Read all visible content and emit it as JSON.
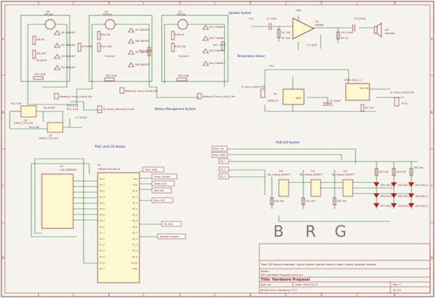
{
  "sheet": {
    "border_numbers_top": [
      "1",
      "2",
      "3",
      "4",
      "5",
      "6"
    ],
    "border_numbers_bottom": [
      "1",
      "2",
      "3",
      "4",
      "5",
      "6"
    ],
    "border_letters_left": [
      "A",
      "B",
      "C",
      "D"
    ],
    "border_letters_right": [
      "A",
      "B",
      "C",
      "D"
    ]
  },
  "battery_system": {
    "transistors": [
      {
        "ref": "Q3",
        "value": "BD140"
      },
      {
        "ref": "Q2",
        "value": "BD140"
      },
      {
        "ref": "Q1",
        "value": "BD140"
      }
    ],
    "diodes_1": [
      "D1 1N4007",
      "D2 1N4007",
      "D3 1N4007",
      "D4 1N4007"
    ],
    "diodes_2": [
      "D5 1N4007",
      "D6 1N4007",
      "D7 1N4007",
      "D8 1N4007"
    ],
    "diodes_3": [
      "D11 1N4007",
      "D12 1N4007",
      "D13 1N4007",
      "D14 1N4007"
    ],
    "resistors_1": [
      "R8 1K",
      "R6 20K",
      "R3 330R"
    ],
    "resistors_2": [
      "R14 1K",
      "R12 20K",
      "R13 330R"
    ],
    "resistors_3": [
      "R18 1K",
      "R16 20K",
      "R17 330R"
    ],
    "shunt_refs": [
      "TL431LP",
      "TL431LP",
      "TL431LP"
    ],
    "pots": [
      "RV1 20K",
      "RV2 20K",
      "RV3 20K"
    ],
    "battery_conns": [
      "Battery1 Conn_01x02_Pin",
      "Battery2 Conn_01x02_Pin",
      "Battery3 Conn_01x02_Pin"
    ],
    "title": "Battery Management System",
    "terminal_block": "J3 Screw_Terminal_01x02",
    "regulator_top": {
      "ref": "U5",
      "value": "LM317_TO-220"
    },
    "regulator_bottom": {
      "ref": "U7",
      "value": "LM317_TO-220"
    },
    "misc_labels": [
      "R5 2.4K",
      "R9 2.4K",
      "C6 100uF",
      "C7 100uF",
      "R10 4.7K",
      "R11 2.2K"
    ]
  },
  "speaker_system": {
    "title": "Speaker System",
    "vdd_label": "VDD",
    "vcc_label": "+5V",
    "c1": "C1 10uF",
    "r1": "R1 10k",
    "r2": "R2 10k",
    "amp": {
      "ref": "U4",
      "value": "LM386"
    },
    "c2": "C2 10uF",
    "c3": "C3 250uF",
    "c4": "C4 0.05uF",
    "r3": "R3 10",
    "speaker": {
      "ref": "LS1",
      "value": "Speaker"
    }
  },
  "temperature_sensor": {
    "title": "Temperature Sensor",
    "supply": "+5V",
    "connector": "J1 Conn_01x02_Pin",
    "sensor": {
      "ref": "U3",
      "value": "LM35-LP"
    },
    "sensor_pin": "Vout",
    "cap": "C5 100nF",
    "led": "LED1 LED_1_1",
    "r_ref": "R20 1K",
    "r_dvd": "R7 27k",
    "connector_out": "J2 Conn_01x03_Pin",
    "out_label": "P1.6"
  },
  "lcd_display": {
    "title": "PSoC and LCD display",
    "lcd": {
      "ref": "U2",
      "value": "LCD-016M002L"
    },
    "psoc": {
      "ref": "U1",
      "value": "CY8CKIT-145_BLE_M"
    },
    "left_pins": [
      "P0_0",
      "P0_1",
      "P0_2",
      "P0_3",
      "P0_4",
      "P0_5",
      "P0_6",
      "P0_7",
      "P1_0",
      "P1_1",
      "P1_2",
      "P1_3",
      "P1_4",
      "P1_5",
      "P1_6",
      "P1_7"
    ],
    "right_pins": [
      "5V0",
      "VDD",
      "P3_0",
      "P3_1",
      "P3_2",
      "P3_3",
      "P3_4",
      "P3_5",
      "P3_6",
      "P3_7",
      "P2_0",
      "P2_1",
      "P2_2",
      "P2_3",
      "VDDD",
      "GND"
    ],
    "flags": [
      "PSoC GND",
      "Temp. Sensor",
      "Green LED",
      "Red LED",
      "Blue LED",
      "Vin BLE",
      "Speaker System"
    ]
  },
  "rgb_system": {
    "title": "RGB LED System",
    "inputs": [
      "PSoC Vin",
      "PSoC GND",
      "P3_1",
      "P3_2",
      "P3_3"
    ],
    "mosfets": [
      {
        "ref": "Q10",
        "value": "IRL_30amp_MOSFET"
      },
      {
        "ref": "Q11",
        "value": "IRL_30amp_MOSFET"
      },
      {
        "ref": "Q12",
        "value": "IRL_30amp_MOSFET"
      }
    ],
    "gate_resistors": [
      "R19 10k",
      "R21 10k",
      "R22 10k"
    ],
    "led_resistors": [
      "R23 220",
      "R24 330",
      "R25 150"
    ],
    "leds": [
      "D21 LED_R",
      "D22 LED_B",
      "D23 LED_G",
      "D24 LED_R",
      "D25 LED_B",
      "D26 LED_G",
      "D27 LED_R",
      "D28 LED_B",
      "D29 LED_G"
    ],
    "letters": [
      "B",
      "R",
      "G"
    ]
  },
  "title_block": {
    "team": "Team 202 Nexus Automata - Jacob Cousins, Nathan Valcorn, Isaac Linares, Jeremiah Herrera",
    "sheet": "Sheet: /",
    "file": "File: Hardware Proposal.kicad_sch",
    "title": "Title: Hardware Proposal",
    "size": "Size: A4",
    "date": "Date: 2023-10-13",
    "rev": "Rev: 1",
    "kicad": "KiCad E.D.A. eeschema 7.0.7",
    "id": "Id: 1/1"
  },
  "colors": {
    "wire": "#1a6b1a",
    "part": "#8b1a1a",
    "label": "#1a1aa0",
    "border": "#8b1a1a",
    "paper": "#f5f4ef"
  }
}
